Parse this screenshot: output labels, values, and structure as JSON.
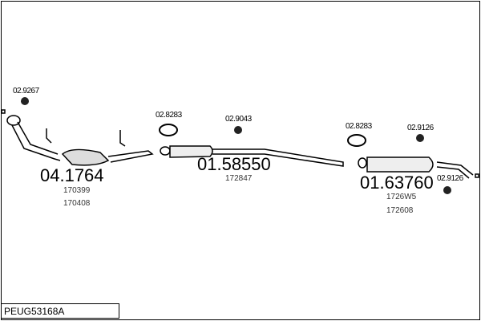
{
  "code": "PEUG53168A",
  "parts": [
    {
      "number": "04.1764",
      "refs": [
        "170399",
        "170408"
      ]
    },
    {
      "number": "01.58550",
      "refs": [
        "172847"
      ]
    },
    {
      "number": "01.63760",
      "refs": [
        "1726W5",
        "172608"
      ]
    }
  ],
  "accessories": [
    "02.9267",
    "02.8283",
    "02.9043",
    "02.8283",
    "02.9126",
    "02.9126"
  ]
}
